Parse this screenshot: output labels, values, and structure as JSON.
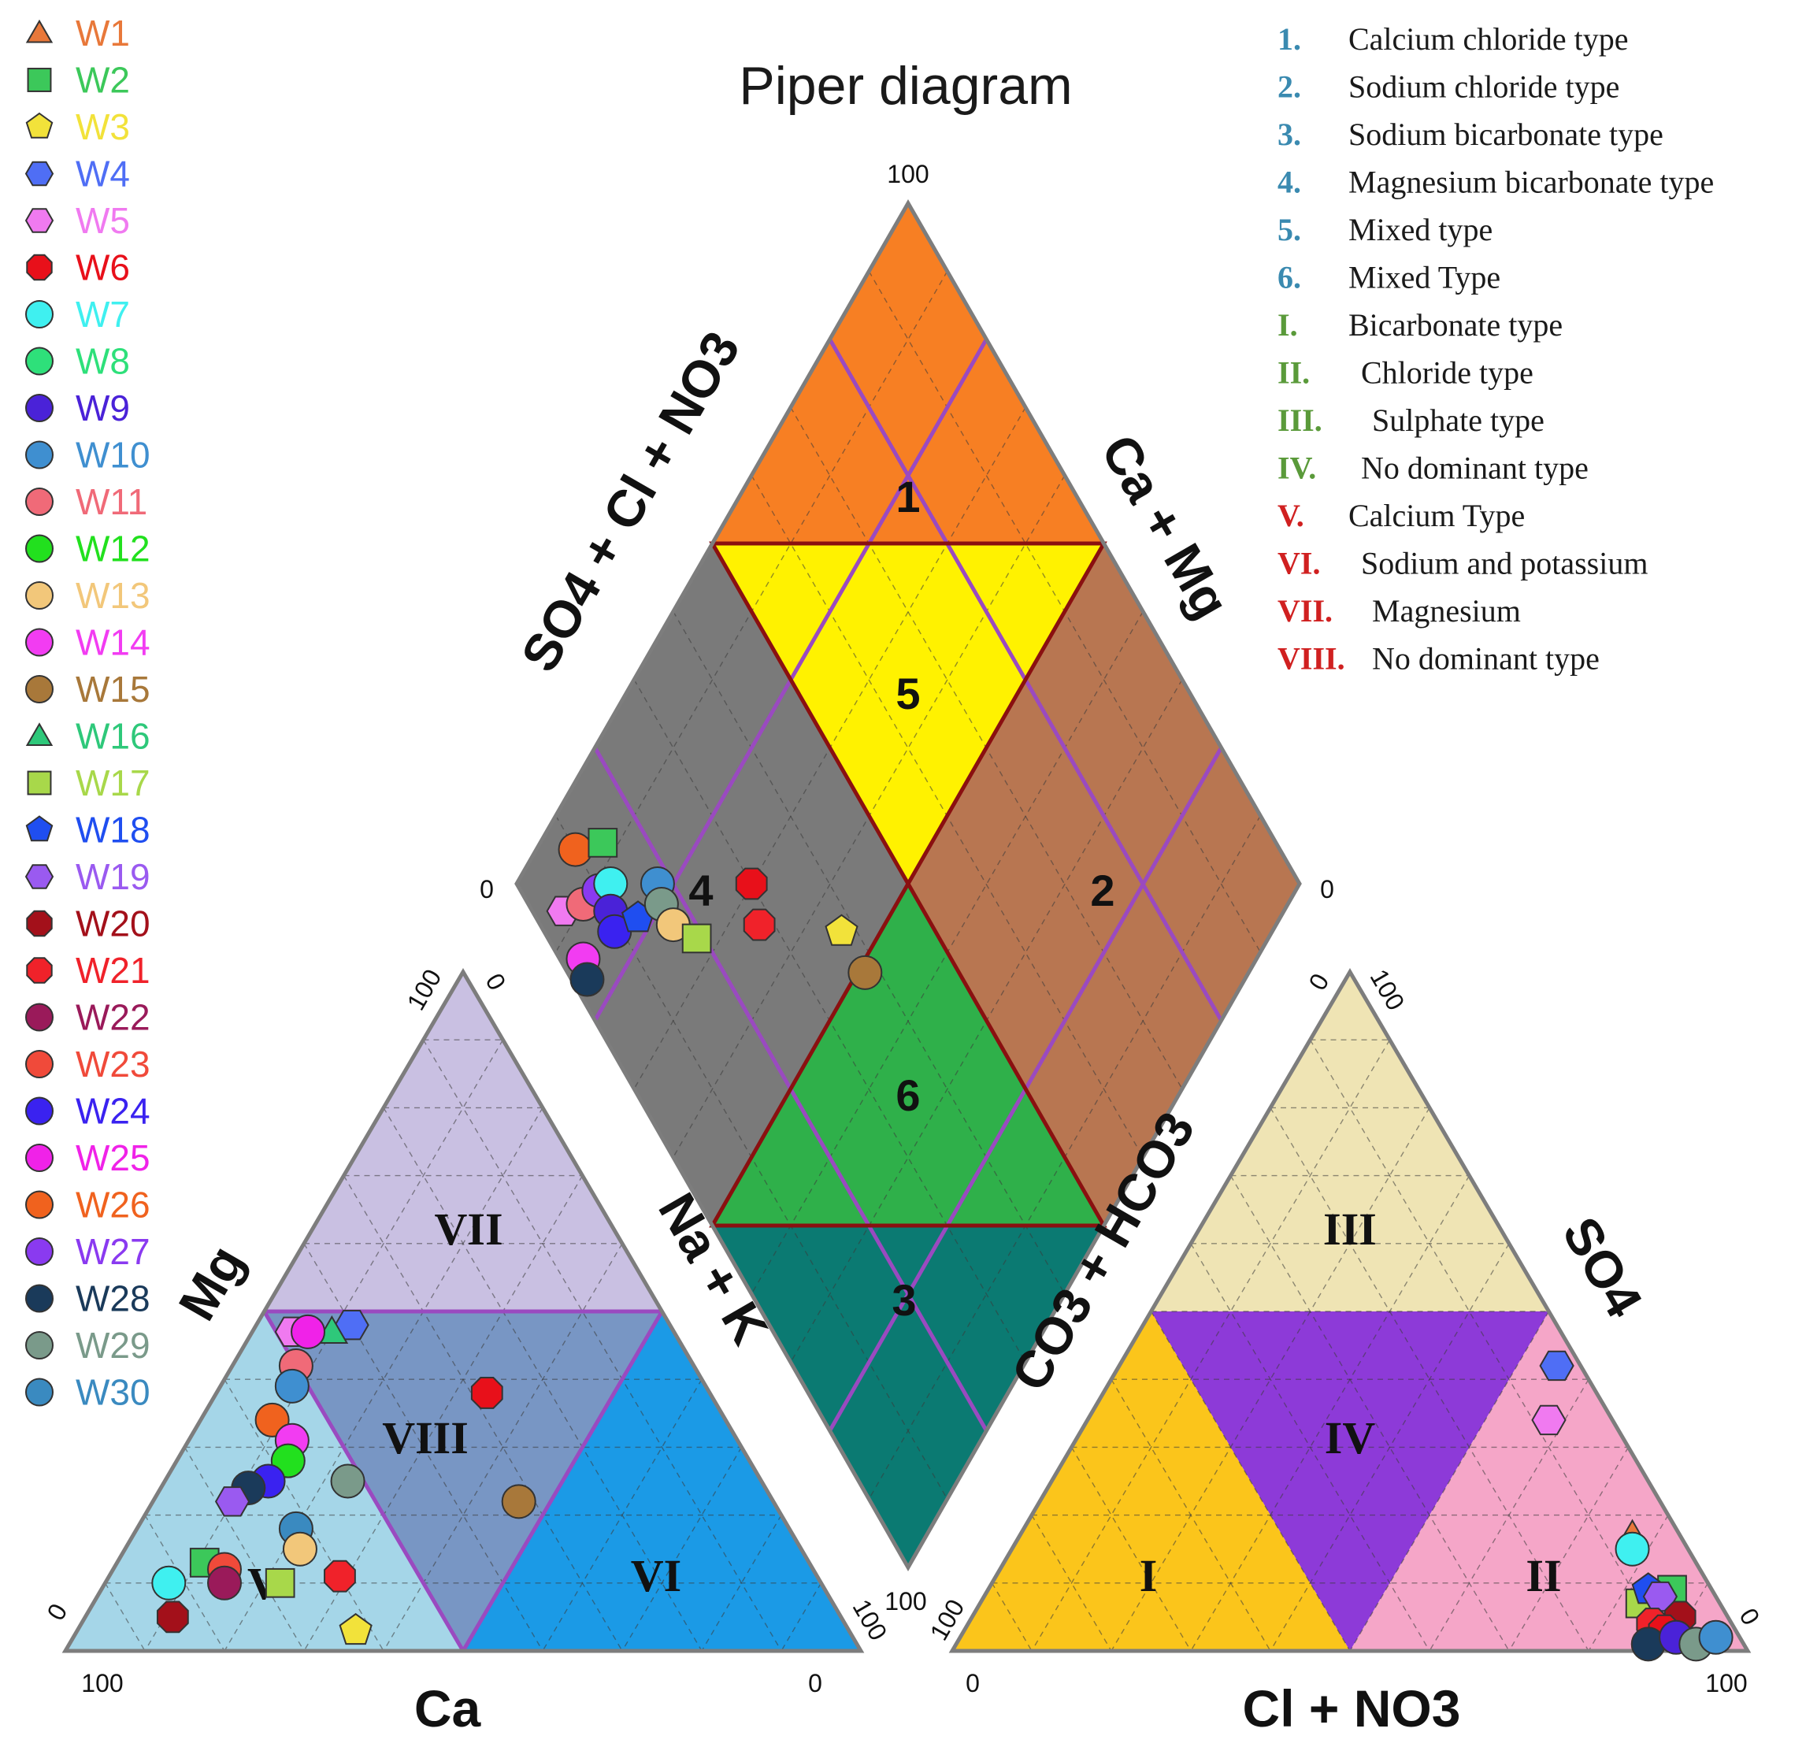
{
  "title": "Piper diagram",
  "wells": [
    {
      "id": "W1",
      "shape": "triangle",
      "color": "#e8783a"
    },
    {
      "id": "W2",
      "shape": "square",
      "color": "#3cc85a"
    },
    {
      "id": "W3",
      "shape": "pentagon",
      "color": "#f2e23a"
    },
    {
      "id": "W4",
      "shape": "hexagon",
      "color": "#4f6ef5"
    },
    {
      "id": "W5",
      "shape": "hexagon",
      "color": "#f07af0"
    },
    {
      "id": "W6",
      "shape": "octagon",
      "color": "#e8101a"
    },
    {
      "id": "W7",
      "shape": "circle",
      "color": "#3ff0f0"
    },
    {
      "id": "W8",
      "shape": "circle",
      "color": "#2ee07a"
    },
    {
      "id": "W9",
      "shape": "circle",
      "color": "#4a22d8"
    },
    {
      "id": "W10",
      "shape": "circle",
      "color": "#3f8fd0"
    },
    {
      "id": "W11",
      "shape": "circle",
      "color": "#f06a78"
    },
    {
      "id": "W12",
      "shape": "circle",
      "color": "#22e01e"
    },
    {
      "id": "W13",
      "shape": "circle",
      "color": "#f2c77a"
    },
    {
      "id": "W14",
      "shape": "circle",
      "color": "#f23cf2"
    },
    {
      "id": "W15",
      "shape": "circle",
      "color": "#a8783a"
    },
    {
      "id": "W16",
      "shape": "triangle",
      "color": "#2ec87a"
    },
    {
      "id": "W17",
      "shape": "square",
      "color": "#a8d84a"
    },
    {
      "id": "W18",
      "shape": "pentagon",
      "color": "#1f4ef0"
    },
    {
      "id": "W19",
      "shape": "hexagon",
      "color": "#9a5af0"
    },
    {
      "id": "W20",
      "shape": "octagon",
      "color": "#a3101a"
    },
    {
      "id": "W21",
      "shape": "octagon",
      "color": "#f0222a"
    },
    {
      "id": "W22",
      "shape": "circle",
      "color": "#9a1a5a"
    },
    {
      "id": "W23",
      "shape": "circle",
      "color": "#f04a3a"
    },
    {
      "id": "W24",
      "shape": "circle",
      "color": "#3a22f0"
    },
    {
      "id": "W25",
      "shape": "circle",
      "color": "#f022e8"
    },
    {
      "id": "W26",
      "shape": "circle",
      "color": "#f0621e"
    },
    {
      "id": "W27",
      "shape": "circle",
      "color": "#8a3af0"
    },
    {
      "id": "W28",
      "shape": "circle",
      "color": "#1a3a5a"
    },
    {
      "id": "W29",
      "shape": "circle",
      "color": "#7a9a8a"
    },
    {
      "id": "W30",
      "shape": "circle",
      "color": "#3a8ac0"
    }
  ],
  "type_legend": [
    {
      "num": "1.",
      "label": "Calcium chloride type",
      "color": "#3a8ab0"
    },
    {
      "num": "2.",
      "label": "Sodium chloride type",
      "color": "#3a8ab0"
    },
    {
      "num": "3.",
      "label": "Sodium bicarbonate type",
      "color": "#3a8ab0"
    },
    {
      "num": "4.",
      "label": "Magnesium  bicarbonate type",
      "color": "#3a8ab0"
    },
    {
      "num": "5.",
      "label": "Mixed type",
      "color": "#3a8ab0"
    },
    {
      "num": "6.",
      "label": "Mixed Type",
      "color": "#3a8ab0"
    },
    {
      "num": "I.",
      "label": "Bicarbonate type",
      "color": "#5a9a3a"
    },
    {
      "num": "II.",
      "label": "Chloride type",
      "color": "#5a9a3a"
    },
    {
      "num": "III.",
      "label": "Sulphate type",
      "color": "#5a9a3a"
    },
    {
      "num": "IV.",
      "label": "No dominant type",
      "color": "#5a9a3a"
    },
    {
      "num": "V.",
      "label": "Calcium Type",
      "color": "#d02020"
    },
    {
      "num": "VI.",
      "label": "Sodium and potassium",
      "color": "#d02020"
    },
    {
      "num": "VII.",
      "label": "Magnesium",
      "color": "#d02020"
    },
    {
      "num": "VIII.",
      "label": "No dominant type",
      "color": "#d02020"
    }
  ],
  "axis_labels": {
    "diamond_left": "SO4 + Cl + NO3",
    "diamond_right": "Ca + Mg",
    "cation_left": "Mg",
    "cation_bottom": "Ca",
    "cation_right": "Na + K",
    "anion_left": "CO3 + HCO3",
    "anion_bottom": "Cl + NO3",
    "anion_right": "SO4"
  },
  "ticks": {
    "diamond_top": "100",
    "diamond_left": "0",
    "diamond_right": "0",
    "diamond_bottom": "100",
    "cation_apex_100": "100",
    "cation_apex_0": "0",
    "cation_left_0": "0",
    "cation_bl_100": "100",
    "cation_br_0": "0",
    "cation_br_100": "100",
    "anion_apex_0": "0",
    "anion_apex_100": "100",
    "anion_bl_100": "100",
    "anion_bl_0": "0",
    "anion_br_100": "100",
    "anion_br_0": "0"
  },
  "regions": {
    "diamond": [
      "1",
      "2",
      "3",
      "4",
      "5",
      "6"
    ],
    "cation": [
      "V",
      "VI",
      "VII",
      "VIII"
    ],
    "anion": [
      "I",
      "II",
      "III",
      "IV"
    ]
  },
  "colors": {
    "orange": "#f77f23",
    "yellow": "#fff200",
    "brown": "#b87651",
    "gray": "#7a7a7a",
    "green": "#2fb04a",
    "teal": "#0b7a72",
    "lavender": "#c9c0e2",
    "steel": "#7896c4",
    "lightblue": "#a5d6e8",
    "blue": "#1b9ae6",
    "cream": "#efe4b4",
    "purple": "#8d3ad8",
    "gold": "#fbc51b",
    "pink": "#f5a6c8",
    "border": "#7d7d7d",
    "darkred": "#8a1010",
    "violet": "#9a4ac0"
  },
  "chart_data": {
    "type": "scatter",
    "diamond_points": [
      {
        "well": "W26",
        "cations_na_k": 10,
        "anions_so4_cl": 95
      },
      {
        "well": "W5",
        "cations_na_k": 4,
        "anions_so4_cl": 92
      },
      {
        "well": "W2",
        "cations_na_k": 14,
        "anions_so4_cl": 92
      },
      {
        "well": "W11",
        "cations_na_k": 7,
        "anions_so4_cl": 90
      },
      {
        "well": "W27",
        "cations_na_k": 10,
        "anions_so4_cl": 89
      },
      {
        "well": "W7",
        "cations_na_k": 12,
        "anions_so4_cl": 88
      },
      {
        "well": "W9",
        "cations_na_k": 10,
        "anions_so4_cl": 86
      },
      {
        "well": "W10",
        "cations_na_k": 18,
        "anions_so4_cl": 82
      },
      {
        "well": "W14",
        "cations_na_k": 3,
        "anions_so4_cl": 86
      },
      {
        "well": "W28",
        "cations_na_k": 2,
        "anions_so4_cl": 84
      },
      {
        "well": "W24",
        "cations_na_k": 9,
        "anions_so4_cl": 84
      },
      {
        "well": "W18",
        "cations_na_k": 13,
        "anions_so4_cl": 82
      },
      {
        "well": "W29",
        "cations_na_k": 17,
        "anions_so4_cl": 80
      },
      {
        "well": "W13",
        "cations_na_k": 17,
        "anions_so4_cl": 77
      },
      {
        "well": "W6",
        "cations_na_k": 30,
        "anions_so4_cl": 70
      },
      {
        "well": "W17",
        "cations_na_k": 19,
        "anions_so4_cl": 73
      },
      {
        "well": "W21",
        "cations_na_k": 28,
        "anions_so4_cl": 66
      },
      {
        "well": "W3",
        "cations_na_k": 38,
        "anions_so4_cl": 55
      },
      {
        "well": "W15",
        "cations_na_k": 38,
        "anions_so4_cl": 49
      }
    ],
    "cation_points": [
      {
        "well": "W4",
        "ca": 40,
        "mg": 48,
        "na_k": 12
      },
      {
        "well": "W16",
        "ca": 43,
        "mg": 47,
        "na_k": 10
      },
      {
        "well": "W5",
        "ca": 48,
        "mg": 47,
        "na_k": 5
      },
      {
        "well": "W25",
        "ca": 46,
        "mg": 47,
        "na_k": 7
      },
      {
        "well": "W11",
        "ca": 50,
        "mg": 42,
        "na_k": 8
      },
      {
        "well": "W10",
        "ca": 52,
        "mg": 39,
        "na_k": 9
      },
      {
        "well": "W6",
        "ca": 28,
        "mg": 38,
        "na_k": 34
      },
      {
        "well": "W26",
        "ca": 57,
        "mg": 34,
        "na_k": 9
      },
      {
        "well": "W14",
        "ca": 56,
        "mg": 31,
        "na_k": 13
      },
      {
        "well": "W12",
        "ca": 58,
        "mg": 28,
        "na_k": 14
      },
      {
        "well": "W29",
        "ca": 52,
        "mg": 25,
        "na_k": 23
      },
      {
        "well": "W24",
        "ca": 62,
        "mg": 25,
        "na_k": 13
      },
      {
        "well": "W28",
        "ca": 65,
        "mg": 24,
        "na_k": 11
      },
      {
        "well": "W19",
        "ca": 68,
        "mg": 22,
        "na_k": 10
      },
      {
        "well": "W15",
        "ca": 32,
        "mg": 22,
        "na_k": 46
      },
      {
        "well": "W30",
        "ca": 62,
        "mg": 18,
        "na_k": 20
      },
      {
        "well": "W13",
        "ca": 63,
        "mg": 15,
        "na_k": 22
      },
      {
        "well": "W2",
        "ca": 76,
        "mg": 13,
        "na_k": 11
      },
      {
        "well": "W23",
        "ca": 74,
        "mg": 12,
        "na_k": 14
      },
      {
        "well": "W17",
        "ca": 68,
        "mg": 10,
        "na_k": 22
      },
      {
        "well": "W21",
        "ca": 60,
        "mg": 11,
        "na_k": 29
      },
      {
        "well": "W7",
        "ca": 82,
        "mg": 10,
        "na_k": 8
      },
      {
        "well": "W22",
        "ca": 75,
        "mg": 10,
        "na_k": 15
      },
      {
        "well": "W20",
        "ca": 84,
        "mg": 5,
        "na_k": 11
      },
      {
        "well": "W3",
        "ca": 62,
        "mg": 3,
        "na_k": 35
      }
    ],
    "anion_points": [
      {
        "well": "W4",
        "cl_no3": 55,
        "so4": 42,
        "co3_hco3": 3
      },
      {
        "well": "W5",
        "cl_no3": 58,
        "so4": 34,
        "co3_hco3": 8
      },
      {
        "well": "W1",
        "cl_no3": 77,
        "so4": 17,
        "co3_hco3": 6
      },
      {
        "well": "W7",
        "cl_no3": 78,
        "so4": 15,
        "co3_hco3": 7
      },
      {
        "well": "W2",
        "cl_no3": 86,
        "so4": 9,
        "co3_hco3": 5
      },
      {
        "well": "W17",
        "cl_no3": 83,
        "so4": 7,
        "co3_hco3": 10
      },
      {
        "well": "W18",
        "cl_no3": 83,
        "so4": 9,
        "co3_hco3": 8
      },
      {
        "well": "W19",
        "cl_no3": 85,
        "so4": 8,
        "co3_hco3": 7
      },
      {
        "well": "W21",
        "cl_no3": 86,
        "so4": 4,
        "co3_hco3": 10
      },
      {
        "well": "W20",
        "cl_no3": 89,
        "so4": 5,
        "co3_hco3": 6
      },
      {
        "well": "W6",
        "cl_no3": 88,
        "so4": 3,
        "co3_hco3": 9
      },
      {
        "well": "W28",
        "cl_no3": 87,
        "so4": 1,
        "co3_hco3": 12
      },
      {
        "well": "W9",
        "cl_no3": 90,
        "so4": 2,
        "co3_hco3": 8
      },
      {
        "well": "W29",
        "cl_no3": 93,
        "so4": 1,
        "co3_hco3": 6
      },
      {
        "well": "W10",
        "cl_no3": 95,
        "so4": 2,
        "co3_hco3": 3
      }
    ]
  }
}
